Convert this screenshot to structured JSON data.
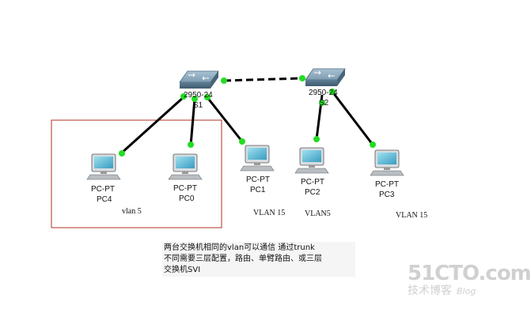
{
  "switches": [
    {
      "id": "s1",
      "model": "2950-24",
      "name": "S1"
    },
    {
      "id": "s2",
      "model": "2950-24",
      "name": "S2"
    }
  ],
  "pcs": [
    {
      "id": "pc4",
      "type": "PC-PT",
      "name": "PC4"
    },
    {
      "id": "pc0",
      "type": "PC-PT",
      "name": "PC0"
    },
    {
      "id": "pc1",
      "type": "PC-PT",
      "name": "PC1"
    },
    {
      "id": "pc2",
      "type": "PC-PT",
      "name": "PC2"
    },
    {
      "id": "pc3",
      "type": "PC-PT",
      "name": "PC3"
    }
  ],
  "vlan_labels": [
    "vlan 5",
    "VLAN 15",
    "VLAN5",
    "VLAN 15"
  ],
  "note_lines": [
    "两台交换机相同的vlan可以通信 通过trunk",
    "不同需要三层配置，路由、单臂路由、或三层",
    "交换机SVI"
  ],
  "watermark": {
    "top": "51CTO.com",
    "bottom": "技术博客",
    "blog": "Blog"
  },
  "colors": {
    "link": "#000000",
    "port": "#22dd22",
    "box": "#b03020",
    "switch": "#6c8fa8"
  }
}
